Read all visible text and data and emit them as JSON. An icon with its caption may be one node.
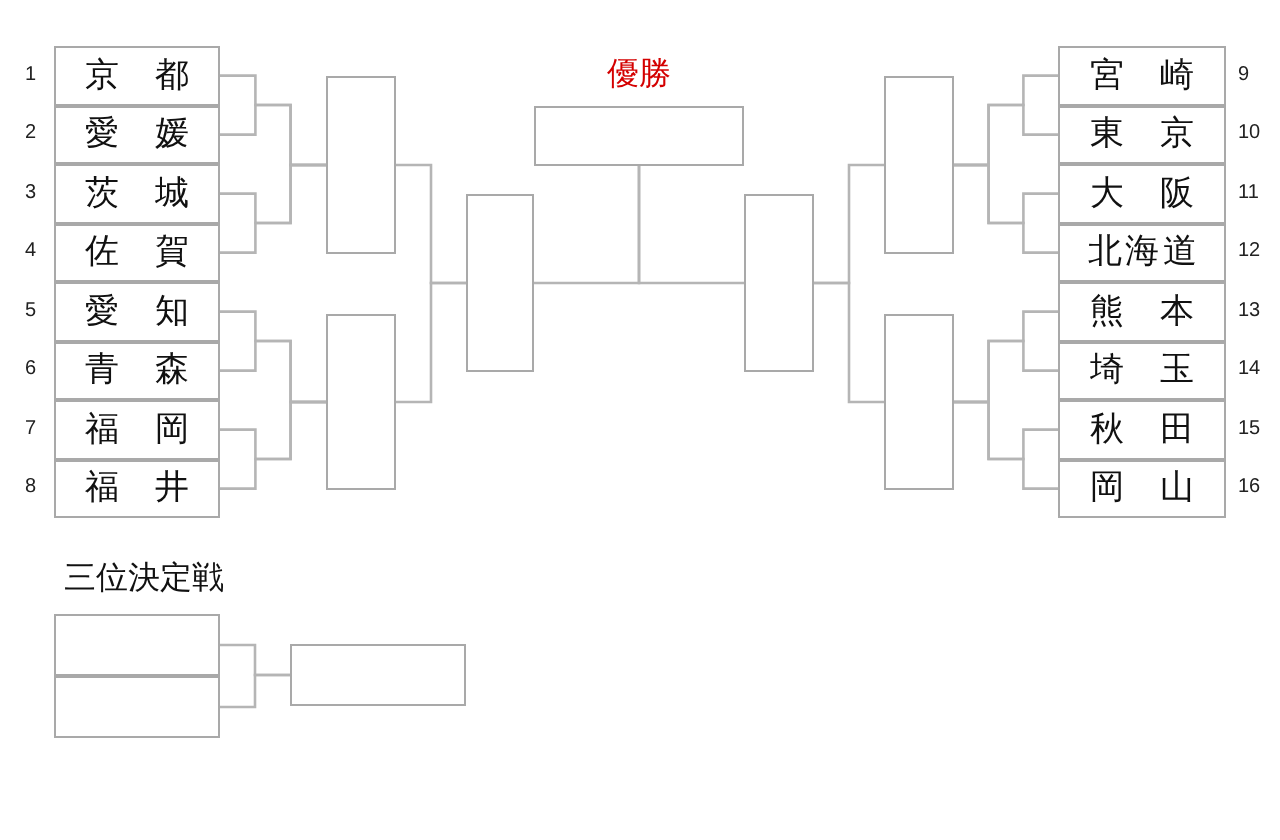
{
  "diagram": {
    "nodes": [
      {
        "text": [
          "京都"
        ],
        "beside": [
          "1"
        ]
      },
      {
        "text": [
          "愛媛"
        ],
        "beside": [
          "2"
        ]
      },
      {
        "text": [
          "茨城"
        ],
        "beside": [
          "3"
        ]
      },
      {
        "text": [
          "佐賀"
        ],
        "beside": [
          "4"
        ]
      },
      {
        "text": [
          "愛知"
        ],
        "beside": [
          "5"
        ]
      },
      {
        "text": [
          "青森"
        ],
        "beside": [
          "6"
        ]
      },
      {
        "text": [
          "福岡"
        ],
        "beside": [
          "7"
        ]
      },
      {
        "text": [
          "福井"
        ],
        "beside": [
          "8"
        ]
      },
      {
        "text": [],
        "shape": "box"
      },
      {
        "text": [],
        "shape": "box"
      },
      {
        "text": [],
        "shape": "box"
      },
      {
        "text": [
          "優勝"
        ]
      },
      {
        "text": [],
        "shape": "box"
      },
      {
        "text": [],
        "shape": "box"
      },
      {
        "text": [],
        "shape": "box"
      },
      {
        "text": [
          "宮崎"
        ],
        "beside": [
          "9"
        ]
      },
      {
        "text": [
          "東京"
        ],
        "beside": [
          "10"
        ]
      },
      {
        "text": [
          "大阪"
        ],
        "beside": [
          "11"
        ]
      },
      {
        "text": [
          "北海道"
        ],
        "beside": [
          "12"
        ]
      },
      {
        "text": [
          "熊本"
        ],
        "beside": [
          "13"
        ]
      },
      {
        "text": [
          "埼玉"
        ],
        "beside": [
          "14"
        ]
      },
      {
        "text": [
          "秋田"
        ],
        "beside": [
          "15"
        ]
      },
      {
        "text": [
          "岡山"
        ],
        "beside": [
          "16"
        ]
      },
      {
        "text": [],
        "shape": "box"
      },
      {
        "text": [],
        "shape": "box"
      },
      {
        "text": [],
        "shape": "box"
      }
    ],
    "edges": [
      {
        "from": 0,
        "to": 8,
        "arrow": "none"
      },
      {
        "from": 1,
        "to": 8,
        "arrow": "none"
      },
      {
        "from": 2,
        "to": 8,
        "arrow": "none"
      },
      {
        "from": 3,
        "to": 8,
        "arrow": "none"
      },
      {
        "from": 4,
        "to": 9,
        "arrow": "none"
      },
      {
        "from": 5,
        "to": 9,
        "arrow": "none"
      },
      {
        "from": 6,
        "to": 9,
        "arrow": "none"
      },
      {
        "from": 7,
        "to": 9,
        "arrow": "none"
      },
      {
        "from": 8,
        "to": 10,
        "arrow": "none"
      },
      {
        "from": 9,
        "to": 10,
        "arrow": "none"
      },
      {
        "from": 10,
        "to": 11,
        "arrow": "none"
      },
      {
        "from": 12,
        "to": 11,
        "arrow": "none"
      },
      {
        "from": 13,
        "to": 12,
        "arrow": "none"
      },
      {
        "from": 14,
        "to": 12,
        "arrow": "none"
      },
      {
        "from": 15,
        "to": 13,
        "arrow": "none"
      },
      {
        "from": 16,
        "to": 13,
        "arrow": "none"
      },
      {
        "from": 17,
        "to": 13,
        "arrow": "none"
      },
      {
        "from": 18,
        "to": 13,
        "arrow": "none"
      },
      {
        "from": 19,
        "to": 14,
        "arrow": "none"
      },
      {
        "from": 20,
        "to": 14,
        "arrow": "none"
      },
      {
        "from": 21,
        "to": 14,
        "arrow": "none"
      },
      {
        "from": 22,
        "to": 14,
        "arrow": "none"
      },
      {
        "from": 23,
        "to": 25,
        "arrow": "none"
      },
      {
        "from": 24,
        "to": 25,
        "arrow": "none"
      }
    ],
    "labels": [
      "三位決定戦"
    ]
  }
}
